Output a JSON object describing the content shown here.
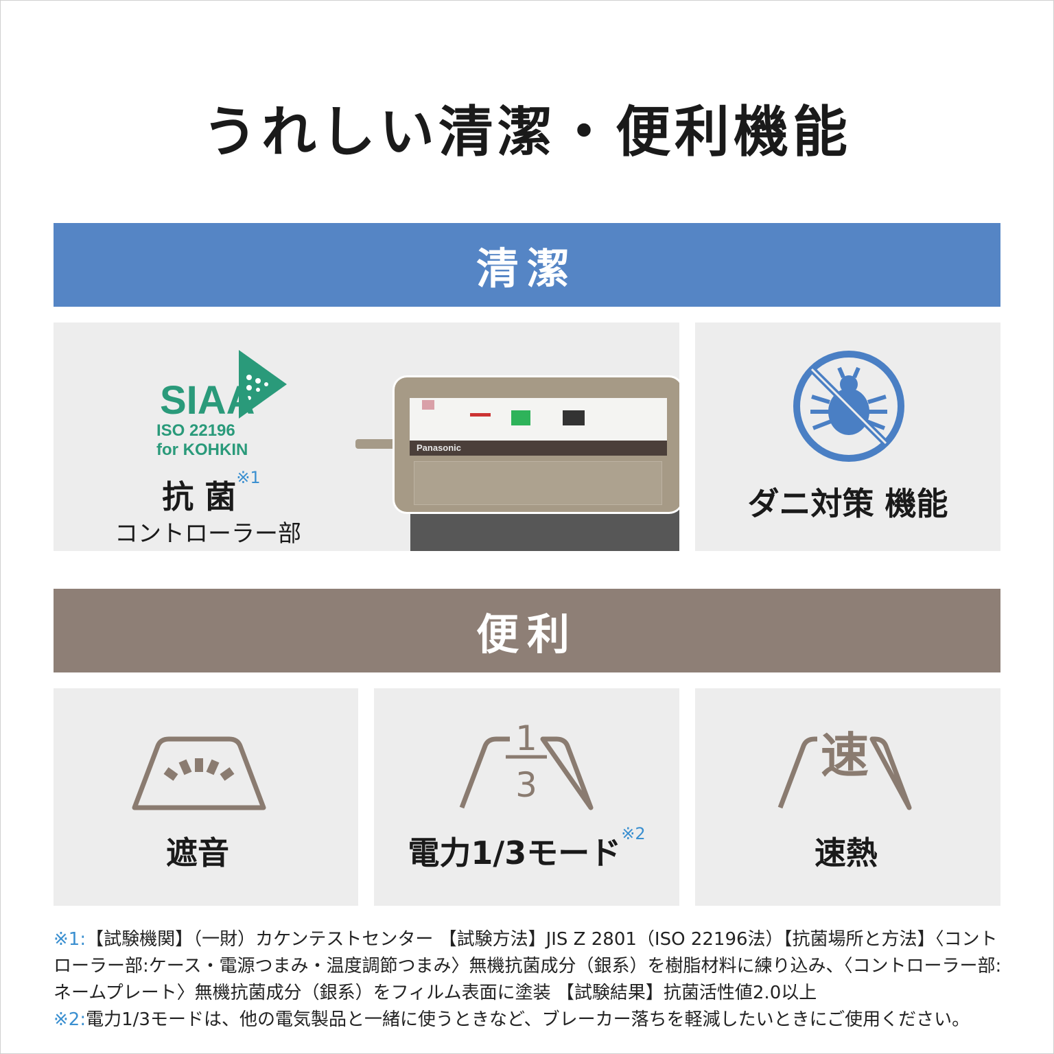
{
  "title": "うれしい清潔・便利機能",
  "sections": {
    "clean": {
      "label": "清潔",
      "color": "#5585c5"
    },
    "convenient": {
      "label": "便利",
      "color": "#8e7f76"
    }
  },
  "clean_cards": {
    "antibacterial": {
      "logo_text": [
        "SIAA",
        "ISO 22196",
        "for KOHKIN"
      ],
      "label": "抗 菌",
      "note_mark": "※1",
      "sub": "コントローラー部",
      "brand_on_product": "Panasonic"
    },
    "mite": {
      "label": "ダニ対策 機能",
      "icon": "no-mite-icon"
    }
  },
  "convenient_cards": [
    {
      "label": "遮音",
      "icon": "sound-insulation-icon"
    },
    {
      "label": "電力1/3モード",
      "note_mark": "※2",
      "icon": "one-third-power-icon",
      "icon_text": [
        "1",
        "3"
      ]
    },
    {
      "label": "速熱",
      "icon": "quick-heat-icon",
      "icon_text": "速"
    }
  ],
  "footnotes": [
    {
      "mark": "※1:",
      "text": "【試験機関】（一財）カケンテストセンター 【試験方法】JIS Z 2801（ISO 22196法）【抗菌場所と方法】〈コントローラー部:ケース・電源つまみ・温度調節つまみ〉無機抗菌成分（銀系）を樹脂材料に練り込み、〈コントローラー部:ネームプレート〉無機抗菌成分（銀系）をフィルム表面に塗装 【試験結果】抗菌活性値2.0以上"
    },
    {
      "mark": "※2:",
      "text": "電力1/3モードは、他の電気製品と一緒に使うときなど、ブレーカー落ちを軽減したいときにご使用ください。"
    }
  ],
  "colors": {
    "icon_brown": "#8a7b70",
    "icon_blue": "#4a7fc4",
    "siaa_green": "#2a9a7a",
    "note_blue": "#3a8fd0"
  }
}
